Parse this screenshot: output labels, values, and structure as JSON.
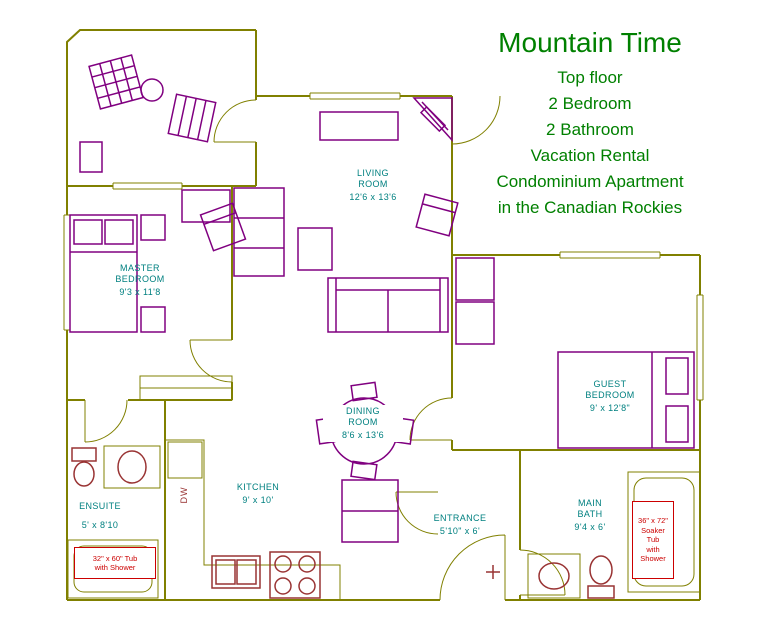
{
  "title_block": {
    "title": "Mountain Time",
    "subtitle_lines": [
      "Top floor",
      "2 Bedroom",
      "2 Bathroom",
      "Vacation Rental",
      "Condominium Apartment",
      "in the Canadian Rockies"
    ]
  },
  "rooms": {
    "living": {
      "name_line1": "LIVING",
      "name_line2": "ROOM",
      "dims": "12'6 x 13'6"
    },
    "master": {
      "name_line1": "MASTER",
      "name_line2": "BEDROOM",
      "dims": "9'3 x 11'8"
    },
    "guest": {
      "name_line1": "GUEST",
      "name_line2": "BEDROOM",
      "dims": "9' x 12'8\""
    },
    "dining": {
      "name_line1": "DINING",
      "name_line2": "ROOM",
      "dims": "8'6 x 13'6"
    },
    "kitchen": {
      "name_line1": "KITCHEN",
      "dims": "9' x 10'"
    },
    "ensuite": {
      "name_line1": "ENSUITE",
      "dims": "5' x 8'10"
    },
    "entrance": {
      "name_line1": "ENTRANCE",
      "dims": "5'10\" x 6'"
    },
    "main_bath": {
      "name_line1": "MAIN",
      "name_line2": "BATH",
      "dims": "9'4 x 6'"
    }
  },
  "annotations": {
    "dishwasher": "DW",
    "ensuite_tub_line1": "32\" x 60\" Tub",
    "ensuite_tub_line2": "with Shower",
    "soaker_tub_lines": [
      "36\" x 72\"",
      "Soaker",
      "Tub",
      "with",
      "Shower"
    ]
  },
  "colors": {
    "wall": "#808000",
    "furniture": "#800080",
    "fixture": "#993333",
    "label": "#008080",
    "title": "#008000",
    "tub_text": "#cc0000"
  }
}
